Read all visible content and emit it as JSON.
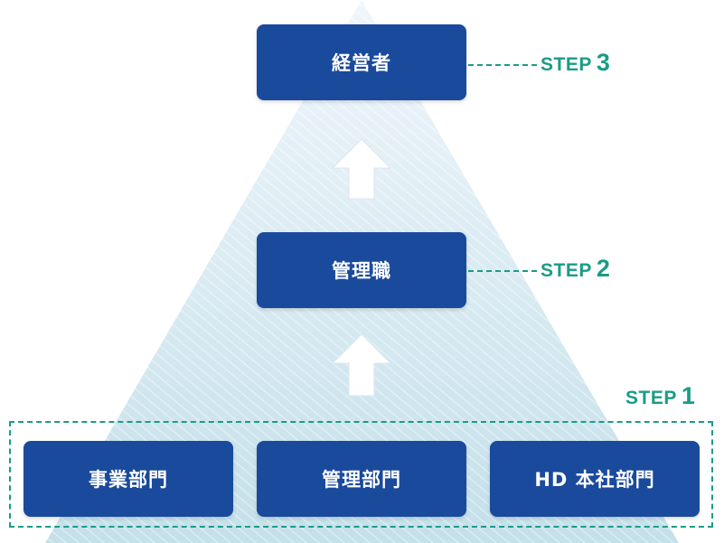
{
  "levels": {
    "top": {
      "label": "経営者",
      "step_word": "STEP",
      "step_num": "3"
    },
    "middle": {
      "label": "管理職",
      "step_word": "STEP",
      "step_num": "2"
    },
    "bottom": {
      "step_word": "STEP",
      "step_num": "1",
      "boxes": [
        "事業部門",
        "管理部門",
        "HD 本社部門"
      ]
    }
  },
  "colors": {
    "box": "#1a4a9c",
    "accent": "#1a9c86",
    "pyramid_top": "#f0f6fb",
    "pyramid_bottom": "#c4e0ea"
  }
}
